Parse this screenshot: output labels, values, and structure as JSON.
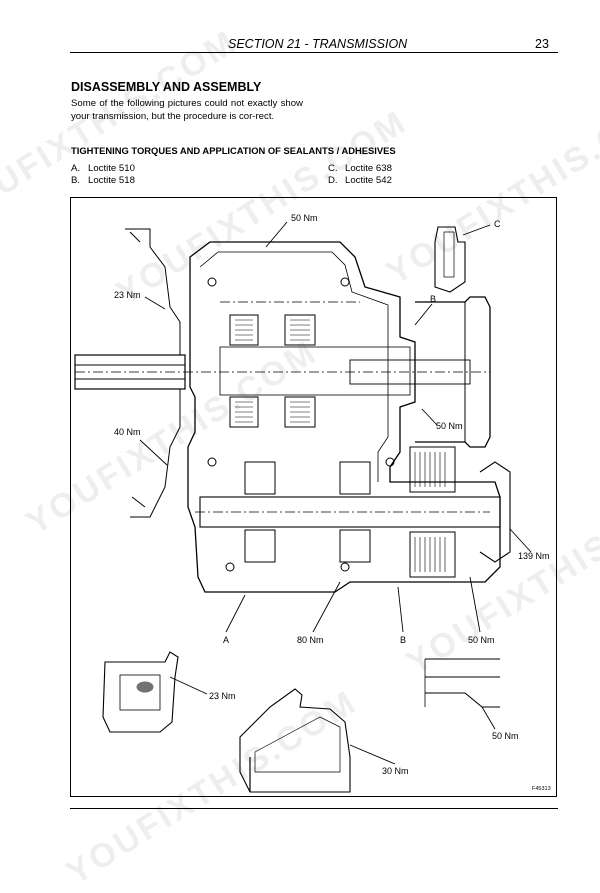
{
  "header": {
    "section": "SECTION 21 - TRANSMISSION",
    "page_number": "23"
  },
  "title": "DISASSEMBLY AND ASSEMBLY",
  "intro": "Some of the following pictures could not exactly show your transmission, but the procedure is cor-rect.",
  "subtitle": "TIGHTENING TORQUES AND APPLICATION OF SEALANTS / ADHESIVES",
  "legend": [
    {
      "letter": "A.",
      "text": "Loctite 510"
    },
    {
      "letter": "B.",
      "text": "Loctite 518"
    },
    {
      "letter": "C.",
      "text": "Loctite 638"
    },
    {
      "letter": "D.",
      "text": "Loctite 542"
    }
  ],
  "callouts": {
    "c1": "50 Nm",
    "c2": "C",
    "c3": "23 Nm",
    "c4": "B",
    "c5": "40 Nm",
    "c6": "50 Nm",
    "c7": "139 Nm",
    "c8": "A",
    "c9": "80 Nm",
    "c10": "B",
    "c11": "50 Nm",
    "c12": "23 Nm",
    "c13": "50 Nm",
    "c14": "30 Nm"
  },
  "figure_code": "F45313",
  "watermark": "YOUFIXTHIS.COM"
}
